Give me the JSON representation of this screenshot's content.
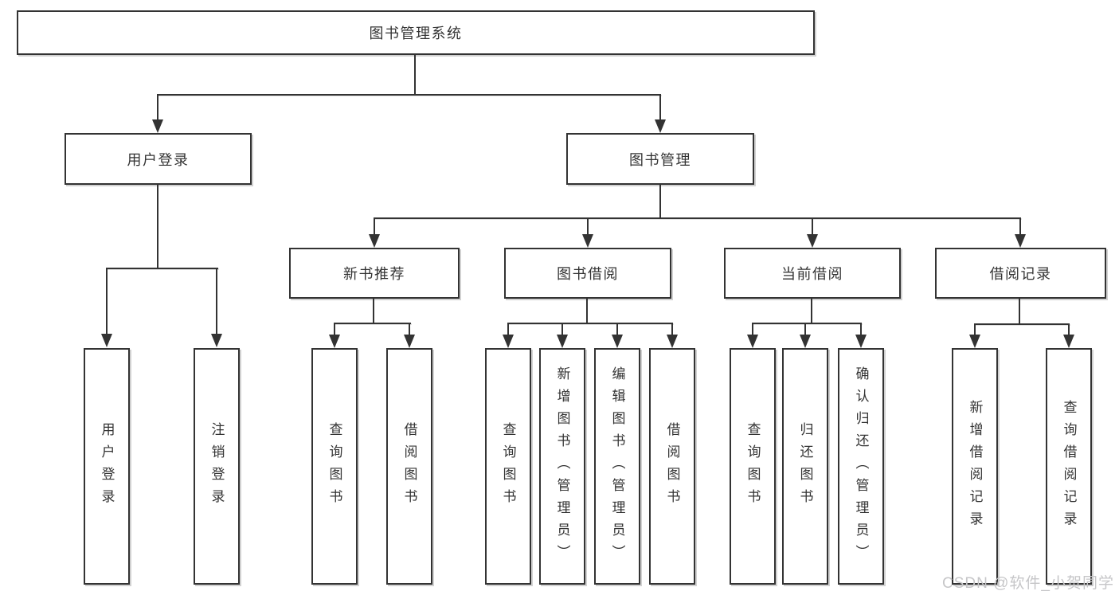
{
  "tree": {
    "root": {
      "label": "图书管理系统"
    },
    "branches": [
      {
        "label": "用户登录",
        "children": [
          {
            "label": "用户登录"
          },
          {
            "label": "注销登录"
          }
        ]
      },
      {
        "label": "图书管理",
        "children": [
          {
            "label": "新书推荐",
            "children": [
              {
                "label": "查询图书"
              },
              {
                "label": "借阅图书"
              }
            ]
          },
          {
            "label": "图书借阅",
            "children": [
              {
                "label": "查询图书"
              },
              {
                "label": "新增图书（管理员）"
              },
              {
                "label": "编辑图书（管理员）"
              },
              {
                "label": "借阅图书"
              }
            ]
          },
          {
            "label": "当前借阅",
            "children": [
              {
                "label": "查询图书"
              },
              {
                "label": "归还图书"
              },
              {
                "label": "确认归还（管理员）"
              }
            ]
          },
          {
            "label": "借阅记录",
            "children": [
              {
                "label": "新增借阅记录"
              },
              {
                "label": "查询借阅记录"
              }
            ]
          }
        ]
      }
    ]
  },
  "watermark": {
    "text": "CSDN @软件_小贺同学"
  },
  "colors": {
    "line": "#333333",
    "text": "#333333",
    "background": "#ffffff",
    "watermark": "#c6c6c8"
  }
}
